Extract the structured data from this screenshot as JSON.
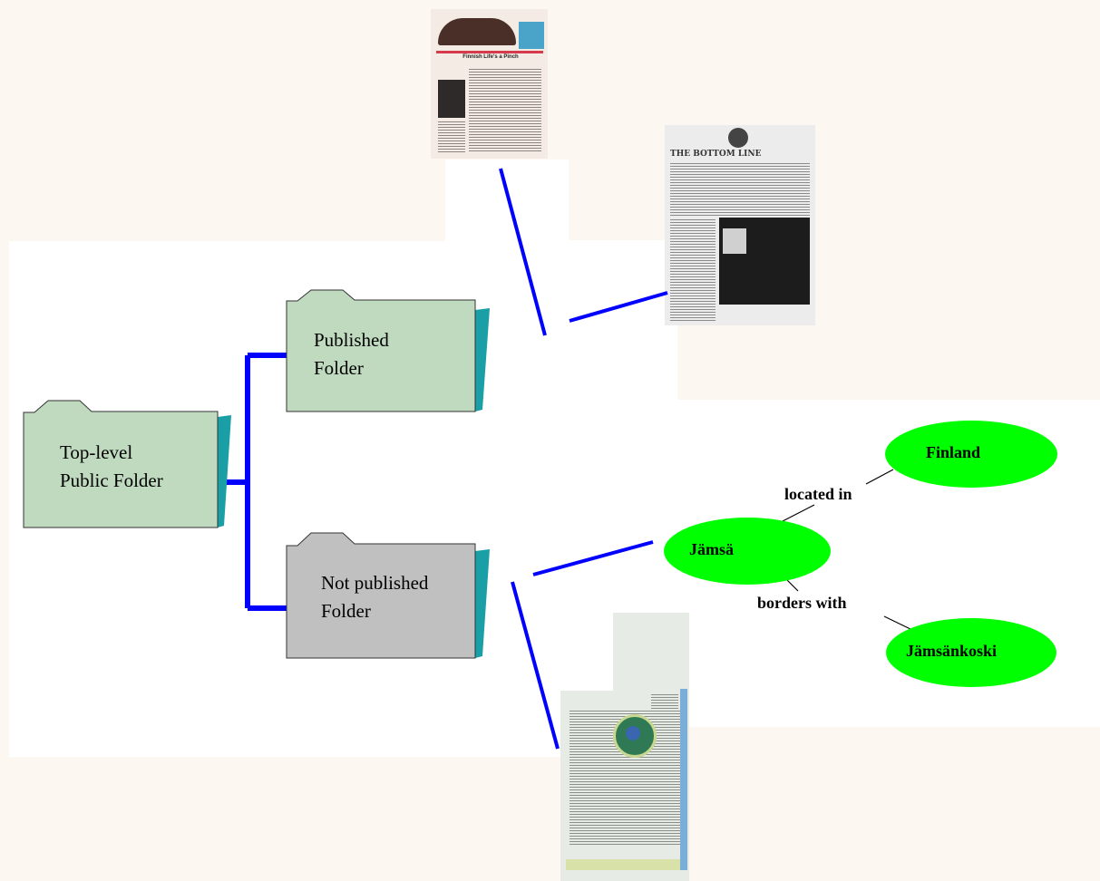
{
  "folders": {
    "top": {
      "line1": "Top-level",
      "line2": "Public Folder"
    },
    "published": {
      "line1": "Published",
      "line2": "Folder"
    },
    "not_published": {
      "line1": "Not published",
      "line2": "Folder"
    }
  },
  "graph": {
    "nodes": {
      "finland": "Finland",
      "jamsa": "Jämsä",
      "jamsankoski": "Jämsänkoski"
    },
    "edges": {
      "located_in": "located in",
      "borders_with": "borders with"
    }
  },
  "thumbnails": {
    "newsletter_headline": "Finnish Life's a Pinch",
    "bottom_line_title": "THE BOTTOM LINE"
  },
  "colors": {
    "background": "#fcf8f1",
    "connector": "#0000ff",
    "folder_green": "#bfdabf",
    "folder_gray": "#c0c0c0",
    "folder_edge": "#1a9fa6",
    "node_fill": "#00ff00"
  }
}
